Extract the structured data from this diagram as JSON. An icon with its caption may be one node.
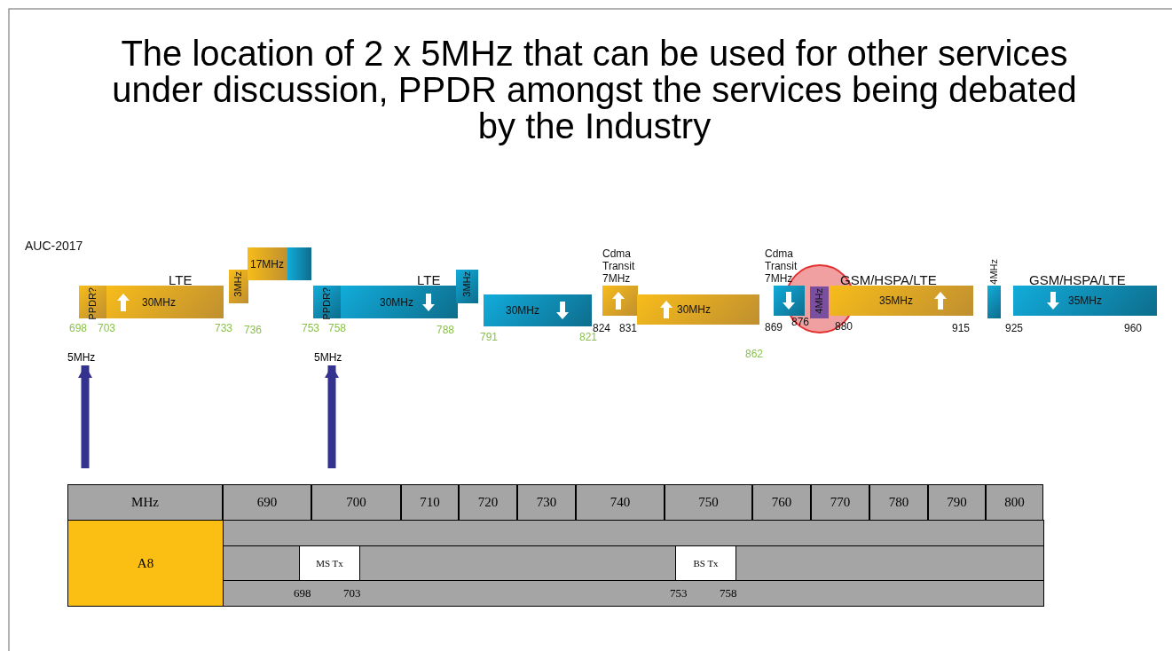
{
  "diagram": {
    "title": "The location of 2 x 5MHz that can be used for other services under discussion, PPDR amongst the services being debated by the Industry",
    "nodes": [
      {
        "text": [
          "PPDR?"
        ]
      },
      {
        "text": [
          "LTE",
          "30MHz"
        ]
      },
      {
        "text": [
          "3MHz"
        ]
      },
      {
        "text": [
          "17MHz"
        ]
      },
      {
        "text": [
          "PPDR?"
        ]
      },
      {
        "text": [
          "LTE",
          "30MHz"
        ]
      },
      {
        "text": [
          "3MHz"
        ]
      },
      {
        "text": [
          "30MHz"
        ]
      },
      {
        "text": [
          "Cdma Transit 7MHz"
        ]
      },
      {
        "text": [
          "30MHz"
        ]
      },
      {
        "text": [
          "Cdma Transit 7MHz"
        ]
      },
      {
        "text": [
          "4MHz"
        ]
      },
      {
        "text": [
          "GSM/HSPA/LTE",
          "35MHz"
        ]
      },
      {
        "text": [
          "4MHz"
        ]
      },
      {
        "text": [
          "GSM/HSPA/LTE",
          "35MHz"
        ]
      },
      {
        "text": [
          "5MHz"
        ]
      },
      {
        "text": [
          "5MHz"
        ]
      }
    ],
    "edges": [
      {
        "from": null,
        "to": 15,
        "arrow": "to"
      },
      {
        "from": null,
        "to": 16,
        "arrow": "to"
      }
    ],
    "labels": [
      "AUC-2017",
      "698",
      "703",
      "733",
      "736",
      "753",
      "758",
      "788",
      "791",
      "821",
      "824",
      "831",
      "869",
      "876",
      "880",
      "915",
      "925",
      "960",
      "862",
      "MHz",
      "690",
      "700",
      "710",
      "720",
      "730",
      "740",
      "750",
      "760",
      "770",
      "780",
      "790",
      "800",
      "A8",
      "MS Tx",
      "BS Tx",
      "698",
      "703",
      "753",
      "758"
    ]
  }
}
